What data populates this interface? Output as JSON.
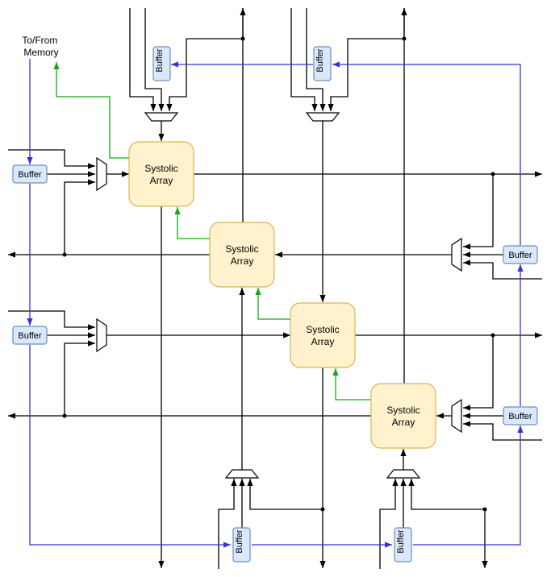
{
  "memory_label": [
    "To/From",
    "Memory"
  ],
  "systolic_array_label": [
    "Systolic",
    "Array"
  ],
  "buffer_label": "Buffer",
  "colors": {
    "wire": "#000000",
    "memory_path": "#3333dd",
    "ready_path": "#11aa11",
    "array_fill": "#fff2cc",
    "array_stroke": "#d6b656",
    "buffer_fill": "#dae8fc",
    "buffer_stroke": "#6c8ebf"
  }
}
